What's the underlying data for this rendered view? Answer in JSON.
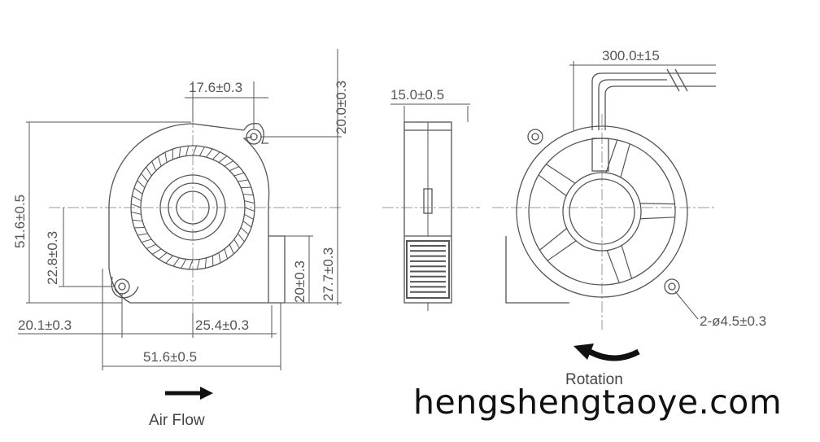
{
  "dimensions": {
    "front_top_width": "17.6±0.3",
    "front_right_height": "20.0±0.3",
    "front_total_height": "51.6±0.5",
    "front_center_height": "22.8±0.3",
    "front_outlet_height": "20±0.3",
    "front_outlet_top": "27.7±0.3",
    "front_left_offset": "20.1±0.3",
    "front_bottom_offset": "25.4±0.3",
    "front_total_width": "51.6±0.5",
    "side_thickness": "15.0±0.5",
    "cable_length": "300.0±15",
    "mount_holes": "2-ø4.5±0.3"
  },
  "labels": {
    "air_flow": "Air Flow",
    "rotation": "Rotation",
    "watermark": "hengshengtaoye.com"
  },
  "colors": {
    "line": "#555555",
    "centerline": "#888888",
    "text": "#555555"
  },
  "icons": {
    "air_flow_arrow": "arrow-right-icon",
    "rotation_arrow": "curved-arrow-left-icon"
  }
}
